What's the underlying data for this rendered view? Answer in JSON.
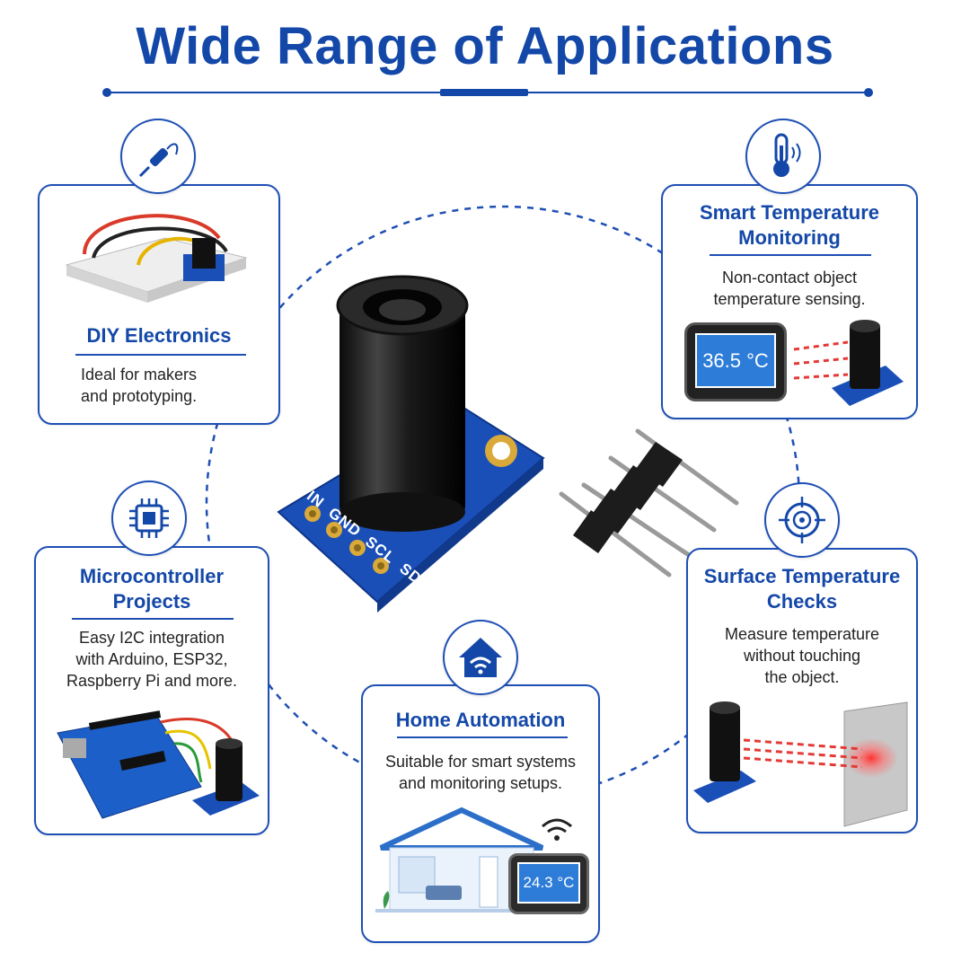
{
  "header": {
    "title": "Wide Range of Applications"
  },
  "colors": {
    "accent": "#1448a8",
    "card_border": "#1e4fb4",
    "pcb": "#1a4fb8",
    "laser": "#e53935"
  },
  "sensor": {
    "pin_labels": [
      "VIN",
      "GND",
      "SCL",
      "SDA"
    ]
  },
  "cards": {
    "diy": {
      "icon": "soldering-iron-icon",
      "title": "DIY Electronics",
      "desc": [
        "Ideal for makers",
        "and prototyping."
      ]
    },
    "smart_temp": {
      "icon": "thermometer-signal-icon",
      "title": [
        "Smart Temperature",
        "Monitoring"
      ],
      "desc": [
        "Non-contact object",
        "temperature sensing."
      ],
      "display_value": "36.5 °C"
    },
    "micro": {
      "icon": "microchip-icon",
      "title": [
        "Microcontroller",
        "Projects"
      ],
      "desc": [
        "Easy I2C integration",
        "with Arduino, ESP32,",
        "Raspberry Pi and more."
      ]
    },
    "surface": {
      "icon": "target-crosshair-icon",
      "title": [
        "Surface Temperature",
        "Checks"
      ],
      "desc": [
        "Measure temperature",
        "without touching",
        "the object."
      ]
    },
    "home": {
      "icon": "smart-home-icon",
      "title": "Home Automation",
      "desc": [
        "Suitable for smart systems",
        "and monitoring setups."
      ],
      "display_value": "24.3 °C"
    }
  }
}
